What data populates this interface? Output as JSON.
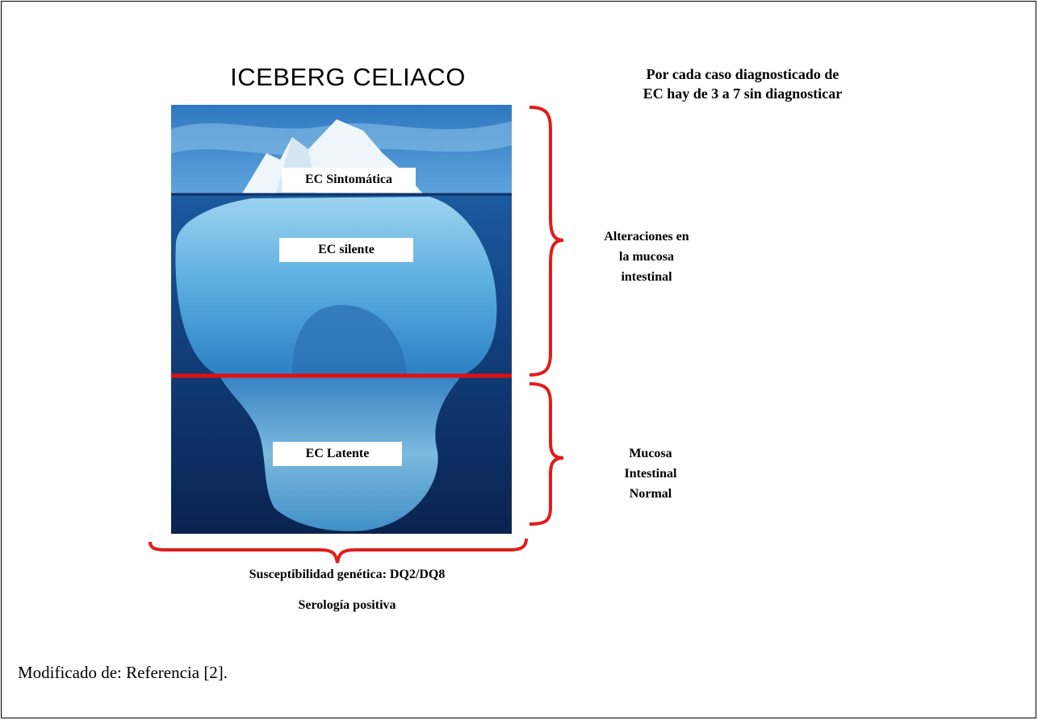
{
  "title": "ICEBERG CELIACO",
  "note": {
    "line1": "Por cada caso diagnosticado de",
    "line2": "EC hay de 3 a 7 sin diagnosticar"
  },
  "iceberg_labels": {
    "symptomatic": "EC Sintomática",
    "silent": "EC silente",
    "latent": "EC Latente"
  },
  "upper_bracket_label": {
    "line1": "Alteraciones en",
    "line2": "la mucosa",
    "line3": "intestinal"
  },
  "lower_bracket_label": {
    "line1": "Mucosa",
    "line2": "Intestinal",
    "line3": "Normal"
  },
  "bottom_labels": {
    "genetic": "Susceptibilidad genética: DQ2/DQ8",
    "serology": "Serología positiva"
  },
  "caption": "Modificado de: Referencia [2].",
  "colors": {
    "bracket": "#e31b1b",
    "divider": "#e01010",
    "sky": "#3f86c9",
    "deep_water": "#0d2a5c",
    "ice": "#9fd6f2"
  }
}
